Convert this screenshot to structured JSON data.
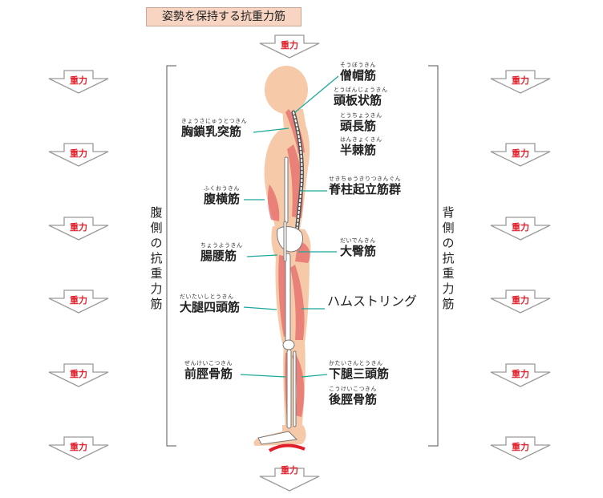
{
  "title": "姿勢を保持する抗重力筋",
  "gravity_label": "重力",
  "front_group_label": "腹側の抗重力筋",
  "back_group_label": "背側の抗重力筋",
  "front_muscles": [
    {
      "ruby": "きょうさにゅうとつきん",
      "name": "胸鎖乳突筋"
    },
    {
      "ruby": "ふくおうきん",
      "name": "腹横筋"
    },
    {
      "ruby": "ちょうようきん",
      "name": "腸腰筋"
    },
    {
      "ruby": "だいたいしとうきん",
      "name": "大腿四頭筋"
    },
    {
      "ruby": "ぜんけいこつきん",
      "name": "前脛骨筋"
    }
  ],
  "back_muscles": [
    {
      "ruby": "そうぼうきん",
      "name": "僧帽筋"
    },
    {
      "ruby": "とうばんじょうきん",
      "name": "頭板状筋"
    },
    {
      "ruby": "とうちょうきん",
      "name": "頭長筋"
    },
    {
      "ruby": "はんきょくきん",
      "name": "半棘筋"
    },
    {
      "ruby": "せきちゅうきりつきんぐん",
      "name": "脊柱起立筋群"
    },
    {
      "ruby": "だいでんきん",
      "name": "大臀筋"
    },
    {
      "ruby": "",
      "name": "ハムストリング"
    },
    {
      "ruby": "かたいさんとうきん",
      "name": "下腿三頭筋"
    },
    {
      "ruby": "こうけいこつきん",
      "name": "後脛骨筋"
    }
  ],
  "colors": {
    "title_bg": "#f7d5c2",
    "gravity_text": "#e01f2a",
    "arrow_stroke": "#9a9a9a",
    "skin": "#f6c9a8",
    "muscle": "#e66a6a",
    "leader": "#1aa79a"
  }
}
